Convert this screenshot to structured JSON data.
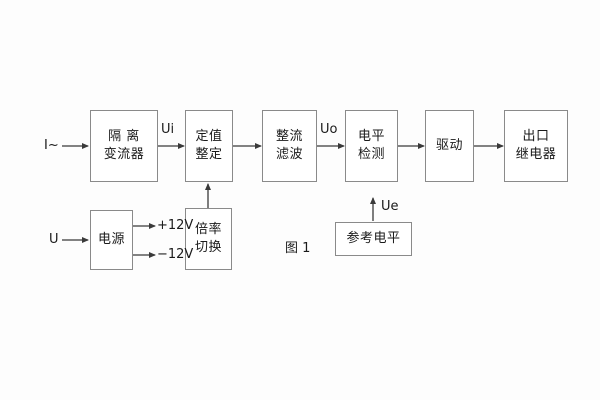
{
  "figure": {
    "caption": "图 1",
    "background": "#ffffff",
    "box_border_color": "#8a8a8a",
    "line_color": "#3a3a3a",
    "text_color": "#1a1a1a"
  },
  "inputs": [
    {
      "id": "current-input",
      "label": "I~"
    },
    {
      "id": "voltage-input",
      "label": "U"
    }
  ],
  "signal_blocks": [
    {
      "id": "isolation-transformer",
      "lines": [
        "隔 离",
        "变流器"
      ]
    },
    {
      "id": "setting-adjustment",
      "lines": [
        "定值",
        "整定"
      ]
    },
    {
      "id": "rectify-filter",
      "lines": [
        "整流",
        "滤波"
      ]
    },
    {
      "id": "level-detection",
      "lines": [
        "电平",
        "检测"
      ]
    },
    {
      "id": "drive",
      "lines": [
        "驱动"
      ]
    },
    {
      "id": "output-relay",
      "lines": [
        "出口",
        "继电器"
      ]
    }
  ],
  "support_blocks": [
    {
      "id": "power-supply",
      "lines": [
        "电源"
      ]
    },
    {
      "id": "multiplier-switch",
      "lines": [
        "倍率",
        "切换"
      ]
    },
    {
      "id": "reference-level",
      "lines": [
        "参考电平"
      ]
    }
  ],
  "signal_labels": [
    {
      "id": "ui-label",
      "text": "Ui"
    },
    {
      "id": "uo-label",
      "text": "Uo"
    },
    {
      "id": "ue-label",
      "text": "Ue"
    }
  ],
  "power_rails": [
    {
      "id": "rail-positive",
      "text": "+12V"
    },
    {
      "id": "rail-negative",
      "text": "−12V"
    }
  ]
}
